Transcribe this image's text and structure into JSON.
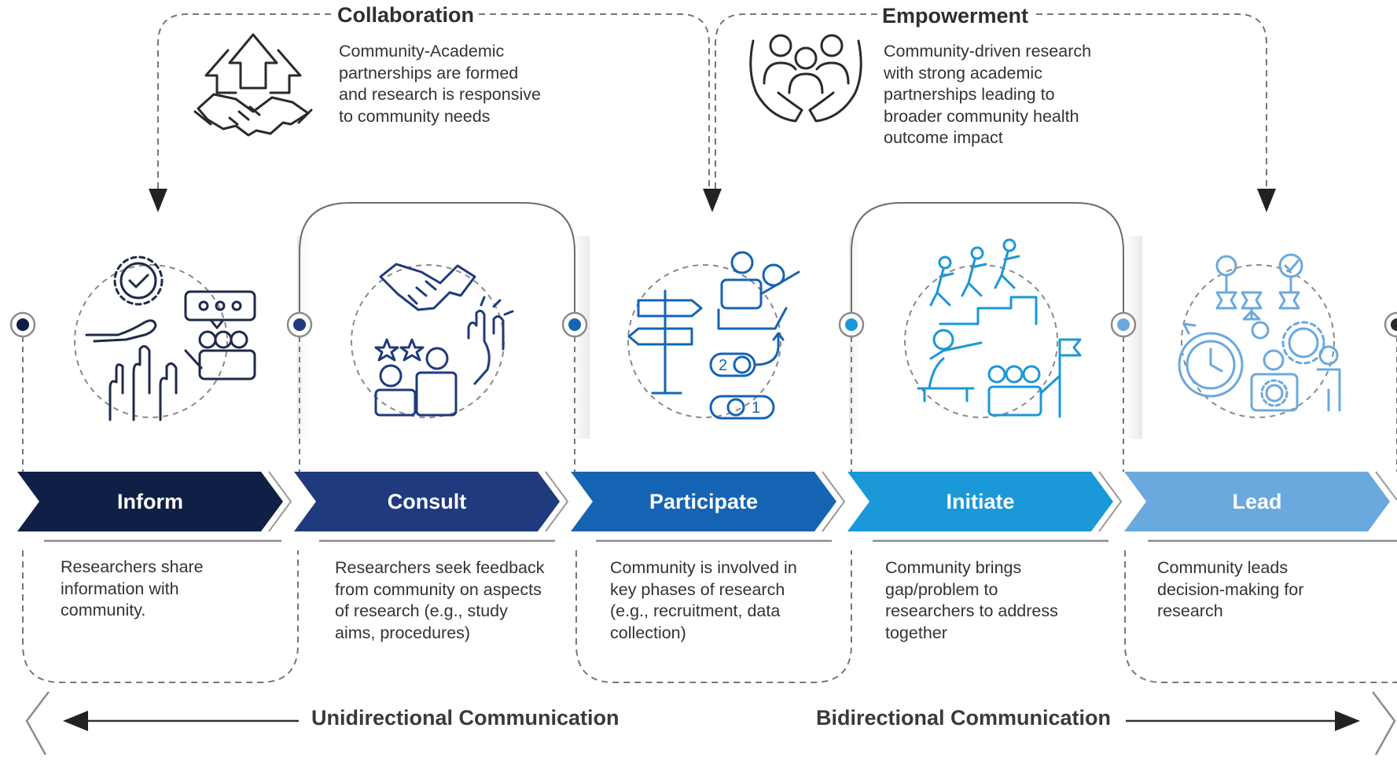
{
  "collaboration": {
    "heading": "Collaboration",
    "description": "Community-Academic partnerships are formed and research is responsive to community needs"
  },
  "empowerment": {
    "heading": "Empowerment",
    "description": "Community-driven research with strong academic partnerships leading to broader community health outcome impact"
  },
  "stages": [
    {
      "label": "Inform",
      "description": "Researchers share information with community.",
      "color": "#0f1f45",
      "icon": "hands-raised-feedback-icon"
    },
    {
      "label": "Consult",
      "description": "Researchers seek feedback from community on aspects of research (e.g., study aims, procedures)",
      "color": "#1f3a7d",
      "icon": "handshake-meeting-icon"
    },
    {
      "label": "Participate",
      "description": "Community is involved in key phases of research (e.g., recruitment, data collection)",
      "color": "#1564b3",
      "icon": "signpost-steps-icon"
    },
    {
      "label": "Initiate",
      "description": "Community brings gap/problem to researchers to address together",
      "color": "#1a98d8",
      "icon": "climbing-team-icon"
    },
    {
      "label": "Lead",
      "description": "Community leads decision-making for research",
      "color": "#6aa9de",
      "icon": "decision-gears-icon"
    }
  ],
  "communication": {
    "left": "Unidirectional Communication",
    "right": "Bidirectional Communication"
  },
  "colors": {
    "icon_dark": "#1f2a4a",
    "gray_line": "#777777"
  }
}
